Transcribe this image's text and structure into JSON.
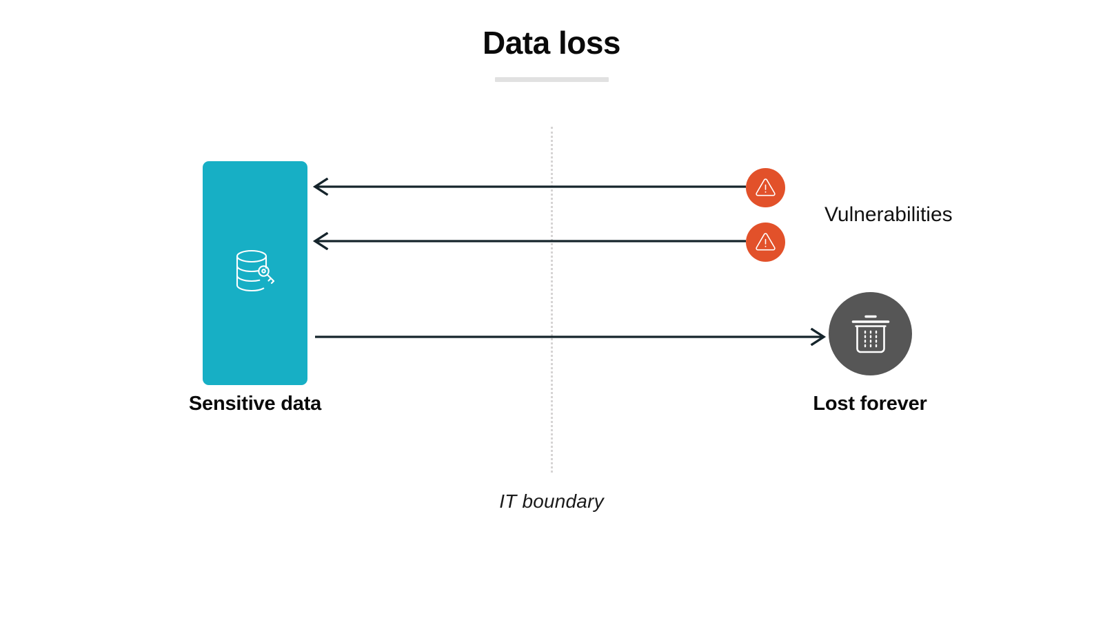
{
  "diagram": {
    "title": "Data loss",
    "boundary_label": "IT boundary",
    "colors": {
      "teal_block": "#17afc5",
      "vulnerability_orange": "#e2512a",
      "trash_gray": "#565656",
      "arrow_dark": "#15242b",
      "divider_gray": "#e1e1e1",
      "boundary_dotted": "#d6d4d4",
      "background": "#ffffff"
    },
    "nodes": [
      {
        "id": "sensitive-data",
        "label": "Sensitive data",
        "icon": "database-key-icon",
        "shape": "rounded-rectangle",
        "side": "inside-it-boundary"
      },
      {
        "id": "vulnerabilities",
        "label": "Vulnerabilities",
        "icon": "warning-triangle-icon",
        "shape": "circle",
        "count": 2,
        "side": "outside-it-boundary"
      },
      {
        "id": "lost-forever",
        "label": "Lost forever",
        "icon": "trash-can-icon",
        "shape": "circle",
        "side": "outside-it-boundary"
      }
    ],
    "arrows": [
      {
        "id": "arrow-vuln-1",
        "direction": "left",
        "from": "vulnerabilities",
        "to": "sensitive-data"
      },
      {
        "id": "arrow-vuln-2",
        "direction": "left",
        "from": "vulnerabilities",
        "to": "sensitive-data"
      },
      {
        "id": "arrow-loss",
        "direction": "right",
        "from": "sensitive-data",
        "to": "lost-forever"
      }
    ]
  }
}
